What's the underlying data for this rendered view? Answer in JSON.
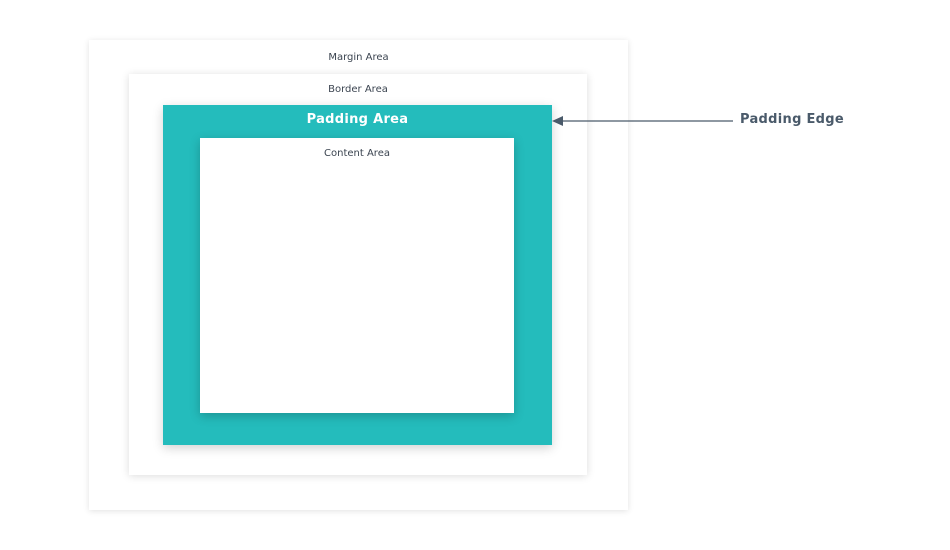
{
  "diagram": {
    "margin_label": "Margin Area",
    "border_label": "Border Area",
    "padding_label": "Padding Area",
    "content_label": "Content Area",
    "callout_label": "Padding Edge"
  },
  "colors": {
    "padding_fill": "#24bcbc",
    "label_text": "#3b4450",
    "callout_text": "#4a5a6a",
    "arrow": "#4a5a6a"
  }
}
